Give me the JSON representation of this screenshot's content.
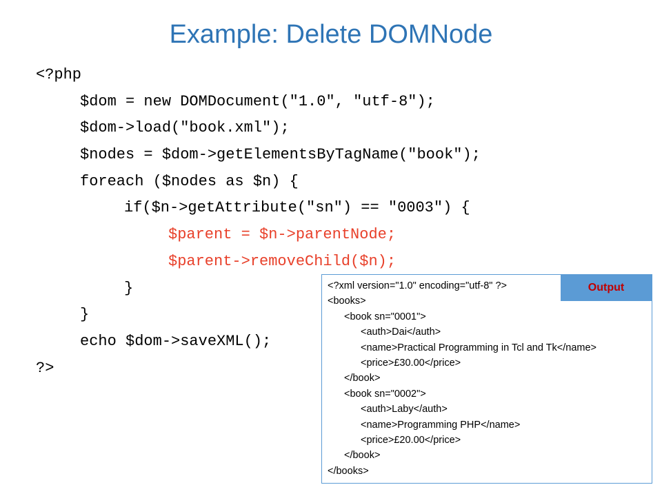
{
  "title": "Example: Delete DOMNode",
  "code": {
    "l1": "<?php",
    "l2": "$dom = new DOMDocument(\"1.0\", \"utf-8\");",
    "l3": "$dom->load(\"book.xml\");",
    "l4": "$nodes = $dom->getElementsByTagName(\"book\");",
    "l5": "foreach ($nodes as $n) {",
    "l6": "if($n->getAttribute(\"sn\") == \"0003\") {",
    "l7": "$parent = $n->parentNode;",
    "l8": "$parent->removeChild($n);",
    "l9": "}",
    "l10": "}",
    "l11": "echo $dom->saveXML();",
    "l12": "?>"
  },
  "output": {
    "label": "Output",
    "lines": {
      "l1": "<?xml version=\"1.0\" encoding=\"utf-8\" ?>",
      "l2": "<books>",
      "l3": "<book sn=\"0001\">",
      "l4": "<auth>Dai</auth>",
      "l5": "<name>Practical Programming in Tcl and Tk</name>",
      "l6": "<price>£30.00</price>",
      "l7": "</book>",
      "l8": "<book sn=\"0002\">",
      "l9": "<auth>Laby</auth>",
      "l10": "<name>Programming PHP</name>",
      "l11": "<price>£20.00</price>",
      "l12": "</book>",
      "l13": "</books>"
    }
  },
  "colors": {
    "title": "#2e74b5",
    "highlight": "#e8402a",
    "output_border": "#5b9bd5",
    "output_label_text": "#c00000"
  }
}
